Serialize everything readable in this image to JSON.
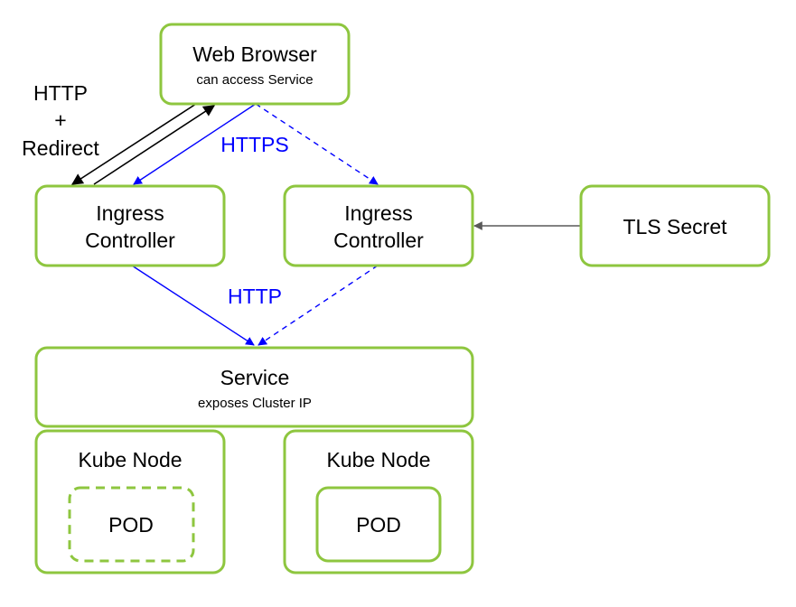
{
  "nodes": {
    "web_browser": {
      "title": "Web Browser",
      "subtitle": "can access Service"
    },
    "ingress_left": {
      "line1": "Ingress",
      "line2": "Controller"
    },
    "ingress_right": {
      "line1": "Ingress",
      "line2": "Controller"
    },
    "tls_secret": {
      "title": "TLS Secret"
    },
    "service": {
      "title": "Service",
      "subtitle": "exposes Cluster IP"
    },
    "kube_node_left": {
      "title": "Kube Node",
      "pod": "POD"
    },
    "kube_node_right": {
      "title": "Kube Node",
      "pod": "POD"
    }
  },
  "edge_labels": {
    "http_redirect": [
      "HTTP",
      "+",
      "Redirect"
    ],
    "https": "HTTPS",
    "http": "HTTP"
  },
  "colors": {
    "box_border": "#8ec63f",
    "edge_blue": "#0000ff",
    "edge_black": "#000000",
    "edge_gray": "#595959"
  }
}
